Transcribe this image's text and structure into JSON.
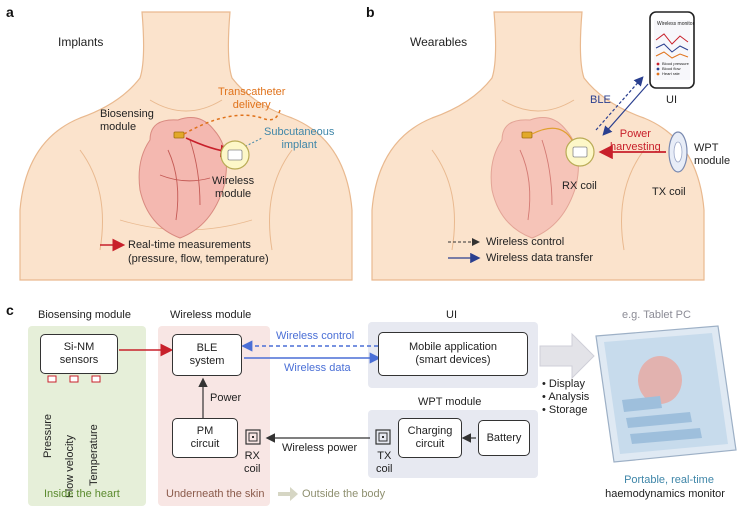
{
  "panel_a": {
    "letter": "a",
    "title": "Implants",
    "biosensing_module": [
      "Biosensing",
      "module"
    ],
    "transcatheter": [
      "Transcatheter",
      "delivery"
    ],
    "subcutaneous": [
      "Subcutaneous",
      "implant"
    ],
    "wireless_module": [
      "Wireless",
      "module"
    ],
    "legend_line1": "Real-time measurements",
    "legend_line2": "(pressure, flow, temperature)"
  },
  "panel_b": {
    "letter": "b",
    "title": "Wearables",
    "ble": "BLE",
    "ui": "UI",
    "phone_title": "Wireless monitor",
    "phone_legend": [
      "Blood pressure",
      "Blood flow",
      "Heart rate"
    ],
    "power_harvesting": [
      "Power",
      "harvesting"
    ],
    "wpt_module": [
      "WPT",
      "module"
    ],
    "rx_coil": "RX coil",
    "tx_coil": "TX coil",
    "legend_control": "Wireless control",
    "legend_transfer": "Wireless data transfer"
  },
  "panel_c": {
    "letter": "c",
    "header_biosensing": "Biosensing module",
    "header_wireless": "Wireless module",
    "header_ui": "UI",
    "header_tablet": "e.g. Tablet PC",
    "sinm": [
      "Si-NM",
      "sensors"
    ],
    "sensors": [
      "Pressure",
      "Flow velocity",
      "Temperature"
    ],
    "ble_system": [
      "BLE",
      "system"
    ],
    "wireless_control": "Wireless control",
    "wireless_data": "Wireless data",
    "mobile_app": [
      "Mobile application",
      "(smart devices)"
    ],
    "power": "Power",
    "pm_circuit": [
      "PM",
      "circuit"
    ],
    "rx_coil": [
      "RX",
      "coil"
    ],
    "wireless_power": "Wireless power",
    "wpt_module": "WPT module",
    "charging_circuit": [
      "Charging",
      "circuit"
    ],
    "battery": "Battery",
    "tx_coil": [
      "TX",
      "coil"
    ],
    "bullets": [
      "Display",
      "Analysis",
      "Storage"
    ],
    "portable": "Portable, real-time",
    "monitor": "haemodynamics monitor",
    "inside_heart": "Inside the heart",
    "under_skin": "Underneath the skin",
    "outside_body": "Outside the body"
  },
  "colors": {
    "skin": "#fbe3cc",
    "skin_edge": "#e9b98f",
    "heart": "#f4b8b0",
    "red": "#c8202b",
    "orange": "#e0731c",
    "teal": "#3f86a8",
    "navy": "#2a3f8f",
    "blue_dash": "#4a6fd6",
    "green_box": "#e6efd9",
    "pink_box": "#f8e6e4",
    "grey_box": "#e7e9f1",
    "green_text": "#5b8a2e",
    "brown_text": "#8a5a4a",
    "olive_text": "#8f9070"
  }
}
